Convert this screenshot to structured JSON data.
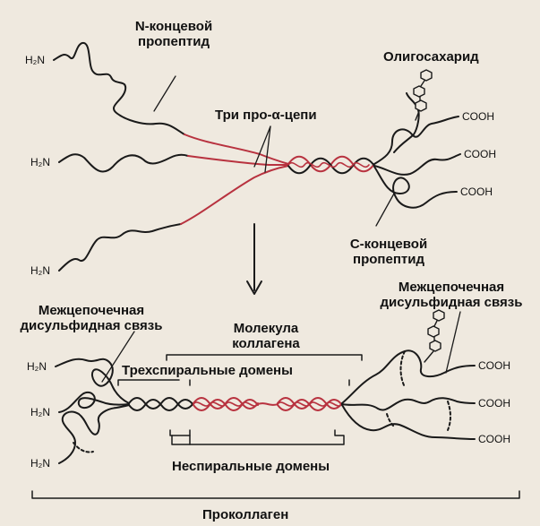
{
  "labels": {
    "n_propeptide_1": "N-концевой",
    "n_propeptide_2": "пропептид",
    "oligosaccharide": "Олигосахарид",
    "three_chains": "Три про-α-цепи",
    "c_propeptide_1": "С-концевой",
    "c_propeptide_2": "пропептид",
    "disulfide_left_1": "Межцепочечная",
    "disulfide_left_2": "дисульфидная связь",
    "disulfide_right_1": "Межцепочечная",
    "disulfide_right_2": "дисульфидная связь",
    "collagen_1": "Молекула",
    "collagen_2": "коллагена",
    "triple_helix": "Трехспиральные домены",
    "nonhelical": "Неспиральные домены",
    "procollagen": "Проколлаген"
  },
  "termini": {
    "n_term": "H₂N",
    "c_term": "COOH"
  },
  "colors": {
    "chain_dark": "#1a1a1a",
    "chain_red": "#b8323f",
    "background": "#efe9df"
  }
}
